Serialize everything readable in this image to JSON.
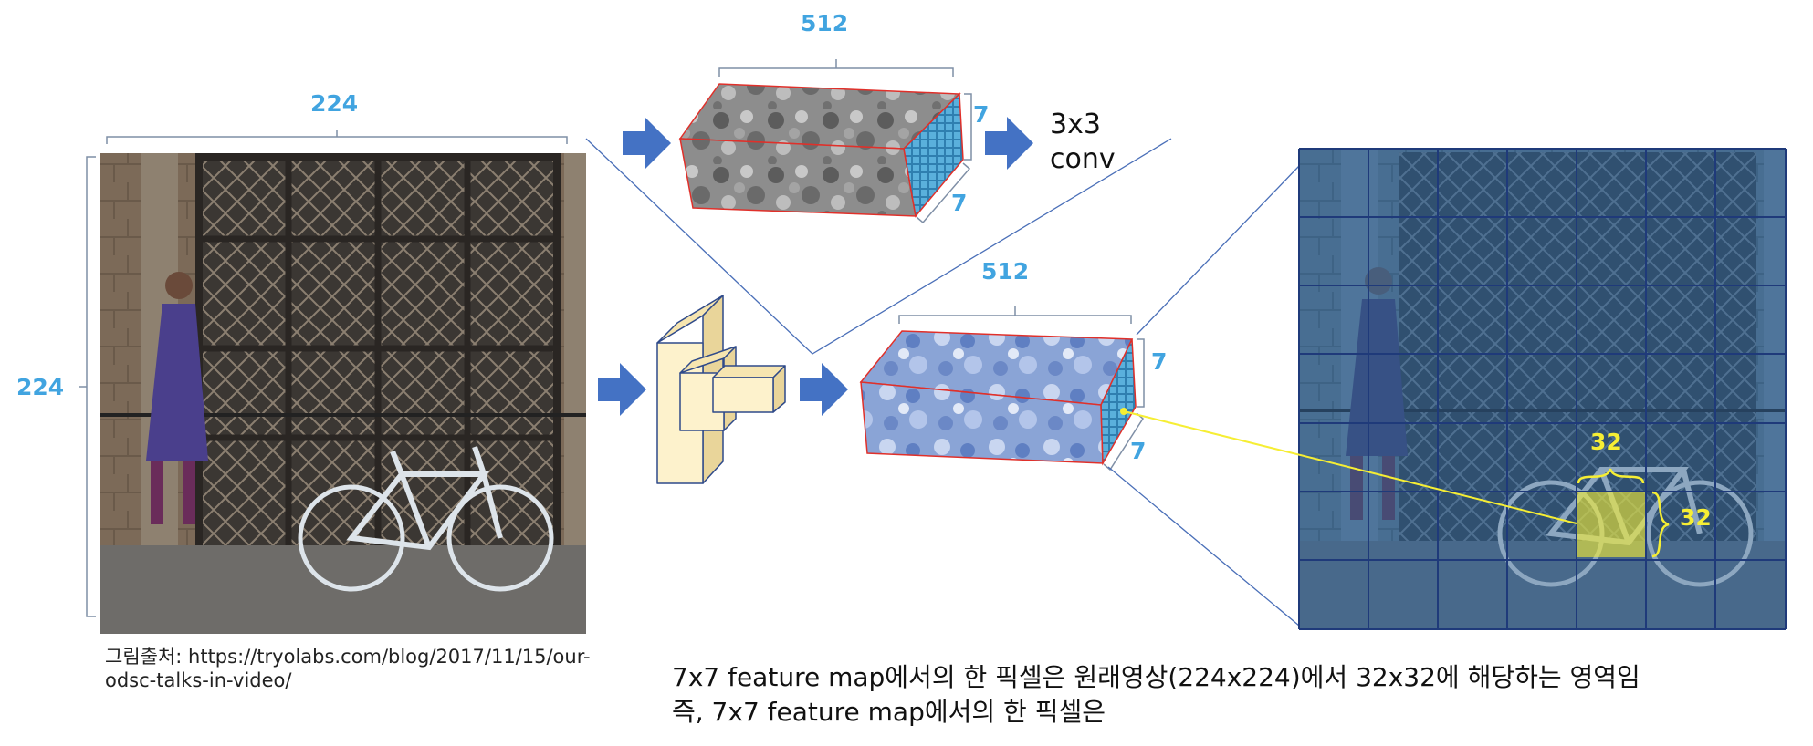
{
  "input_image": {
    "width_label": "224",
    "height_label": "224",
    "source_caption_line1": "그림출처: https://tryolabs.com/blog/2017/11/15/our-",
    "source_caption_line2": "odsc-talks-in-video/"
  },
  "feature_map_top": {
    "channels_label": "512",
    "height_label": "7",
    "depth_label": "7"
  },
  "conv_label": {
    "line1": "3x3",
    "line2": "conv"
  },
  "feature_map_main": {
    "channels_label": "512",
    "height_label": "7",
    "depth_label": "7"
  },
  "receptive_field": {
    "width_label": "32",
    "height_label": "32"
  },
  "note": {
    "line1": "7x7 feature map에서의 한 픽셀은 원래영상(224x224)에서 32x32에 해당하는 영역임",
    "line2": "즉, 7x7 feature map에서의 한 픽셀은"
  },
  "colors": {
    "dimension_label": "#41a4e0",
    "receptive_label": "#f6ee34",
    "arrow": "#4472c4",
    "cnn_block": "#fdf2cc",
    "box_edge": "#e0302a"
  }
}
